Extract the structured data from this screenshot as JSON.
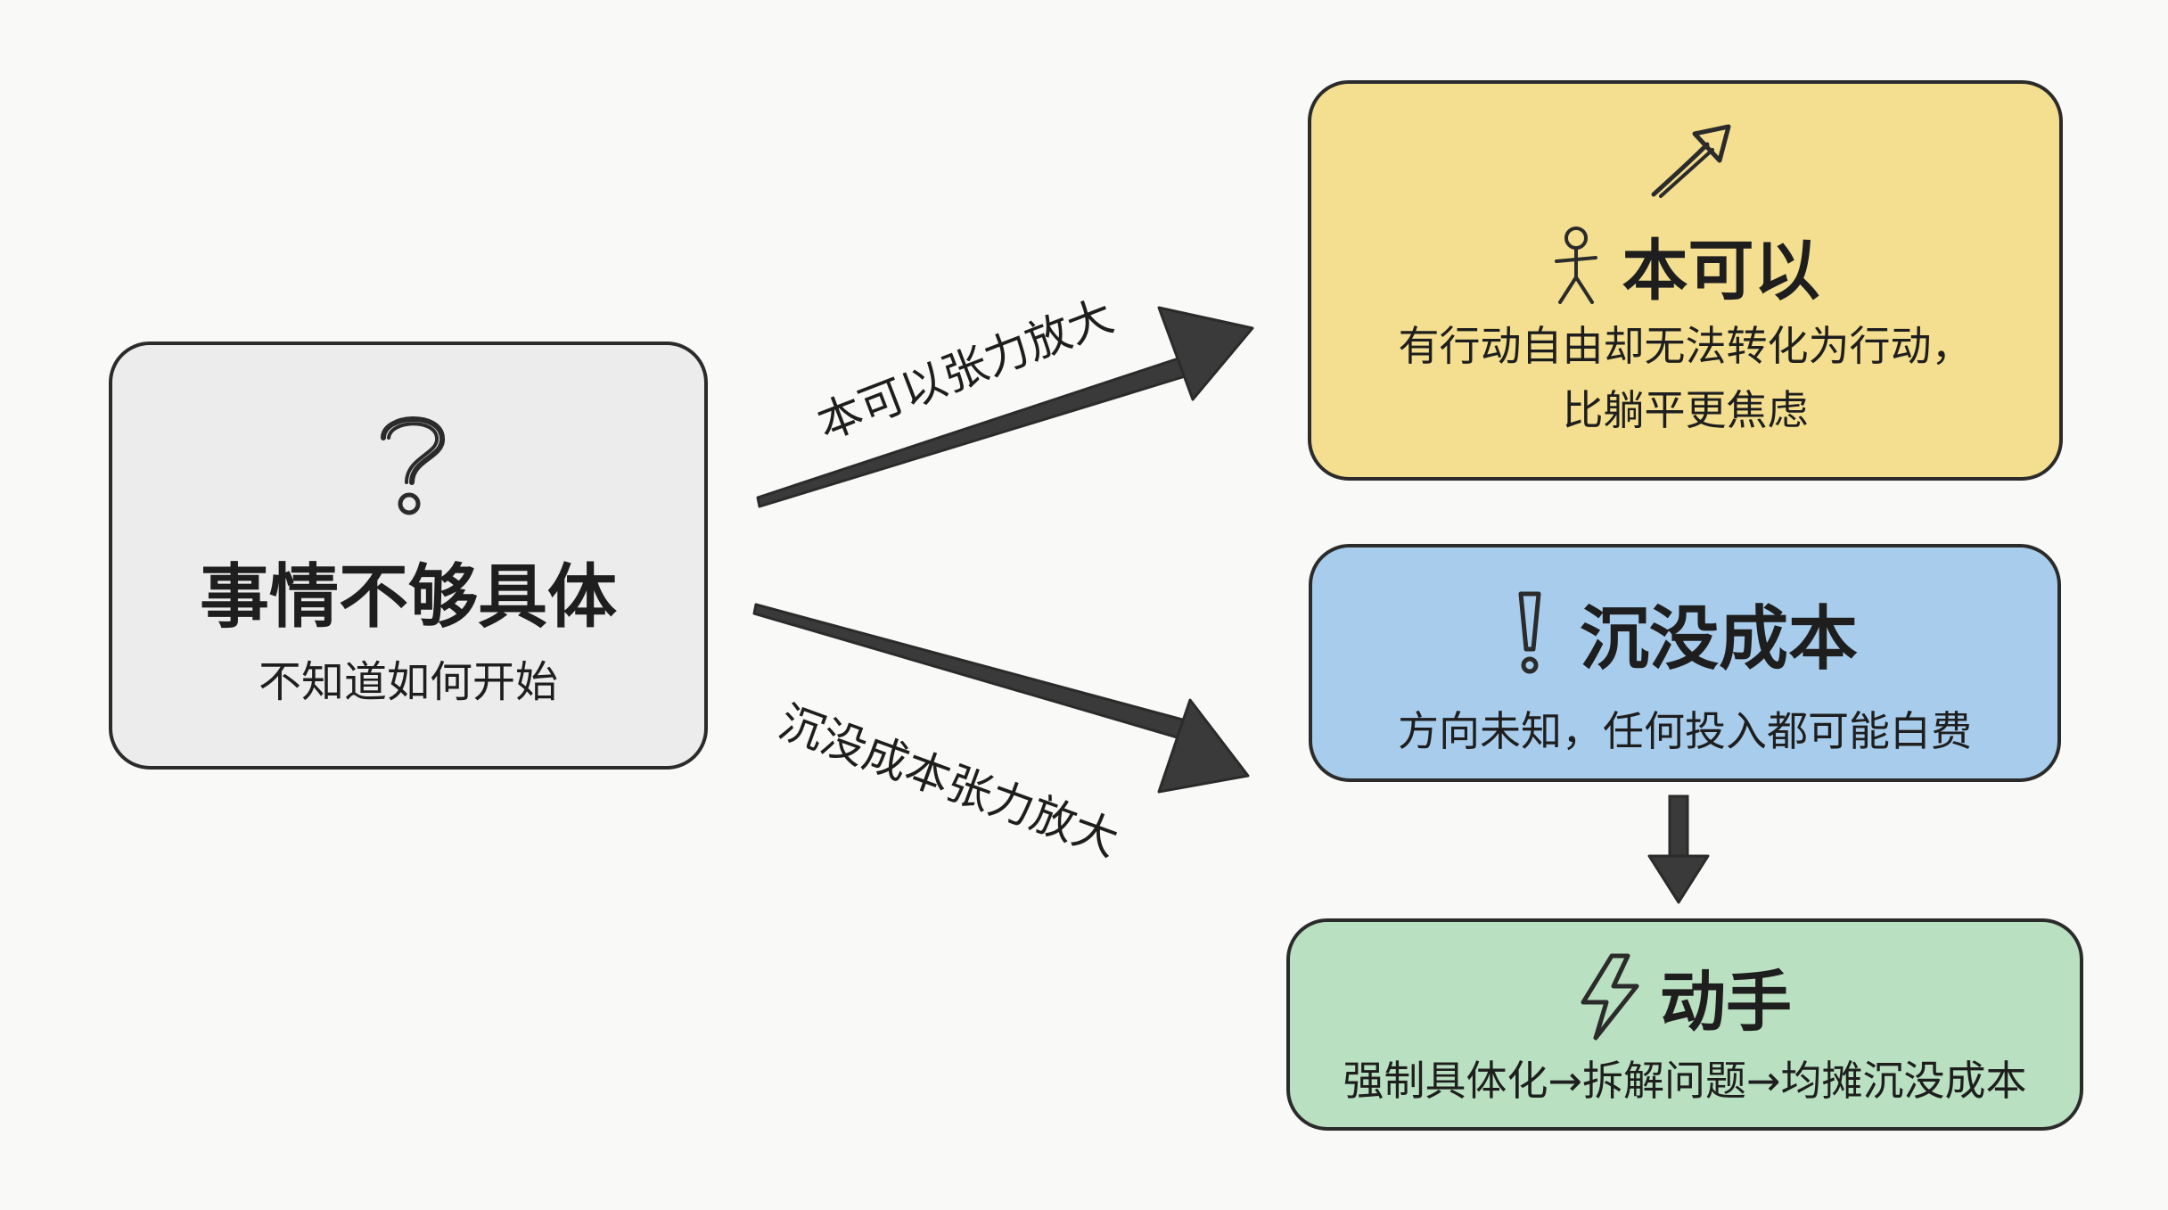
{
  "left_box": {
    "title": "事情不够具体",
    "subtitle": "不知道如何开始",
    "icon": "question-icon"
  },
  "arrows": {
    "upper_label": "本可以张力放大",
    "lower_label": "沉没成本张力放大"
  },
  "top_box": {
    "title": "本可以",
    "line1": "有行动自由却无法转化为行动，",
    "line2": "比躺平更焦虑",
    "icons": [
      "trend-up-arrow-icon",
      "stick-figure-icon"
    ]
  },
  "middle_box": {
    "title": "沉没成本",
    "subtitle": "方向未知，任何投入都可能白费",
    "icon": "exclamation-icon"
  },
  "bottom_box": {
    "title": "动手",
    "subtitle": "强制具体化→拆解问题→均摊沉没成本",
    "icon": "lightning-icon"
  },
  "colors": {
    "gray": "#ececec",
    "yellow": "#f3df8f",
    "blue": "#a8cdec",
    "green": "#b9e0c0",
    "arrow": "#3a3a3a"
  }
}
